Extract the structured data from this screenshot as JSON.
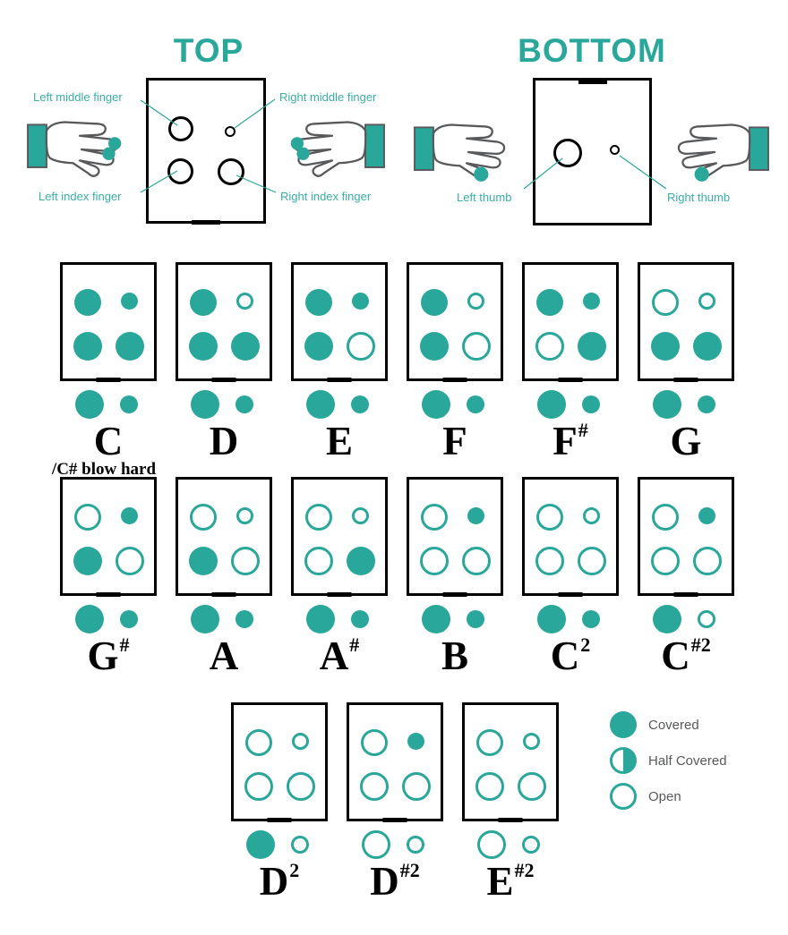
{
  "colors": {
    "teal": "#2AA79B",
    "teal_light": "#3BAFA4",
    "ink": "#000000",
    "gray": "#58595B"
  },
  "top_diagram": {
    "title": "TOP",
    "left_middle_label": "Left middle finger",
    "right_middle_label": "Right middle finger",
    "left_index_label": "Left index finger",
    "right_index_label": "Right index finger"
  },
  "bottom_diagram": {
    "title": "BOTTOM",
    "left_thumb_label": "Left thumb",
    "right_thumb_label": "Right thumb"
  },
  "legend": {
    "items": [
      {
        "state": "covered",
        "label": "Covered"
      },
      {
        "state": "half",
        "label": "Half Covered"
      },
      {
        "state": "open",
        "label": "Open"
      }
    ]
  },
  "rows": [
    {
      "notes": [
        {
          "base": "C",
          "sup": "",
          "sublabel": "/C# blow hard",
          "holes": [
            "covered",
            "covered",
            "covered",
            "covered"
          ],
          "thumbs": [
            "covered",
            "covered"
          ]
        },
        {
          "base": "D",
          "sup": "",
          "holes": [
            "covered",
            "open",
            "covered",
            "covered"
          ],
          "thumbs": [
            "covered",
            "covered"
          ]
        },
        {
          "base": "E",
          "sup": "",
          "holes": [
            "covered",
            "covered",
            "covered",
            "open"
          ],
          "thumbs": [
            "covered",
            "covered"
          ]
        },
        {
          "base": "F",
          "sup": "",
          "holes": [
            "covered",
            "open",
            "covered",
            "open"
          ],
          "thumbs": [
            "covered",
            "covered"
          ]
        },
        {
          "base": "F",
          "sup": "#",
          "holes": [
            "covered",
            "covered",
            "open",
            "covered"
          ],
          "thumbs": [
            "covered",
            "covered"
          ]
        },
        {
          "base": "G",
          "sup": "",
          "holes": [
            "open",
            "open",
            "covered",
            "covered"
          ],
          "thumbs": [
            "covered",
            "covered"
          ]
        }
      ]
    },
    {
      "notes": [
        {
          "base": "G",
          "sup": "#",
          "holes": [
            "open",
            "covered",
            "covered",
            "open"
          ],
          "thumbs": [
            "covered",
            "covered"
          ]
        },
        {
          "base": "A",
          "sup": "",
          "holes": [
            "open",
            "open",
            "covered",
            "open"
          ],
          "thumbs": [
            "covered",
            "covered"
          ]
        },
        {
          "base": "A",
          "sup": "#",
          "holes": [
            "open",
            "open",
            "open",
            "covered"
          ],
          "thumbs": [
            "covered",
            "covered"
          ]
        },
        {
          "base": "B",
          "sup": "",
          "holes": [
            "open",
            "covered",
            "open",
            "open"
          ],
          "thumbs": [
            "covered",
            "covered"
          ]
        },
        {
          "base": "C",
          "sup": "2",
          "holes": [
            "open",
            "open",
            "open",
            "open"
          ],
          "thumbs": [
            "covered",
            "covered"
          ]
        },
        {
          "base": "C",
          "sup": "#2",
          "holes": [
            "open",
            "covered",
            "open",
            "open"
          ],
          "thumbs": [
            "covered",
            "open"
          ]
        }
      ]
    },
    {
      "notes": [
        {
          "base": "D",
          "sup": "2",
          "holes": [
            "open",
            "open",
            "open",
            "open"
          ],
          "thumbs": [
            "covered",
            "open"
          ]
        },
        {
          "base": "D",
          "sup": "#2",
          "holes": [
            "open",
            "covered",
            "open",
            "open"
          ],
          "thumbs": [
            "open",
            "open"
          ]
        },
        {
          "base": "E",
          "sup": "#2",
          "holes": [
            "open",
            "open",
            "open",
            "open"
          ],
          "thumbs": [
            "open",
            "open"
          ]
        }
      ]
    }
  ]
}
